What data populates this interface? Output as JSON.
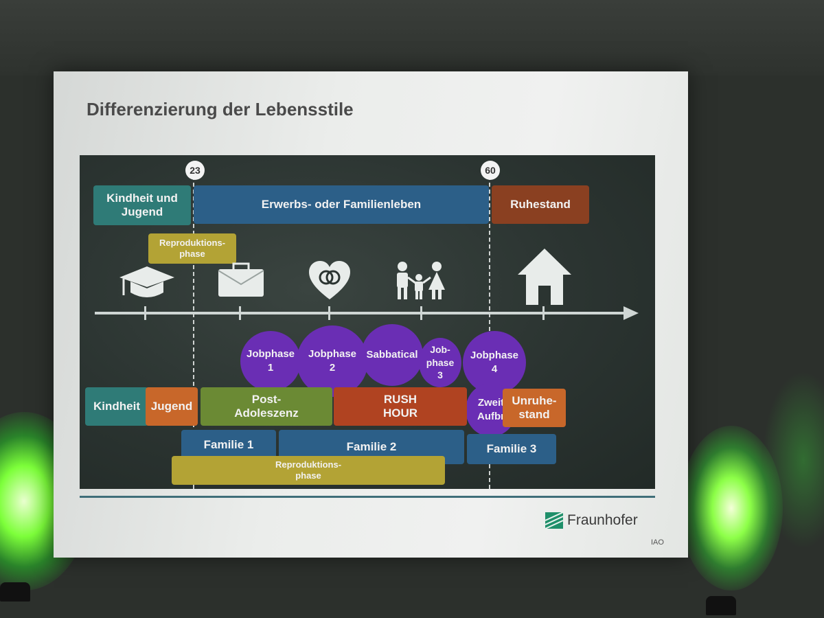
{
  "slide": {
    "title": "Differenzierung der Lebensstile",
    "ages": [
      "23",
      "60"
    ],
    "top_row": {
      "kindheit_jugend": "Kindheit und Jugend",
      "erwerbsleben": "Erwerbs- oder Familienleben",
      "ruhestand": "Ruhestand",
      "reproduktion": "Reproduktions-\nphase"
    },
    "icons": [
      "graduation-cap-icon",
      "briefcase-icon",
      "heart-rings-icon",
      "family-icon",
      "house-icon"
    ],
    "bubbles": {
      "jobphase1": "Jobphase\n1",
      "jobphase2": "Jobphase\n2",
      "sabbatical": "Sabbatical",
      "jobphase3": "Job-\nphase\n3",
      "jobphase4": "Jobphase\n4",
      "zweit": "Zweit\nAufbr"
    },
    "bottom_row": {
      "kindheit": "Kindheit",
      "jugend": "Jugend",
      "post_adoleszenz": "Post-\nAdoleszenz",
      "rush_hour": "RUSH\nHOUR",
      "unruhestand": "Unruhe-\nstand",
      "familie1": "Familie 1",
      "familie2": "Familie 2",
      "familie3": "Familie 3",
      "reproduktion2": "Reproduktions-\nphase"
    },
    "logo": {
      "name": "Fraunhofer",
      "sub": "IAO"
    }
  },
  "colors": {
    "teal": "#2f7b77",
    "blue": "#2c5f88",
    "rust": "#8a4021",
    "purple": "#6a2eb4",
    "orange": "#c8672a",
    "olive": "#8d8b33",
    "red": "#b04321",
    "logo_green": "#1f8f6a"
  }
}
